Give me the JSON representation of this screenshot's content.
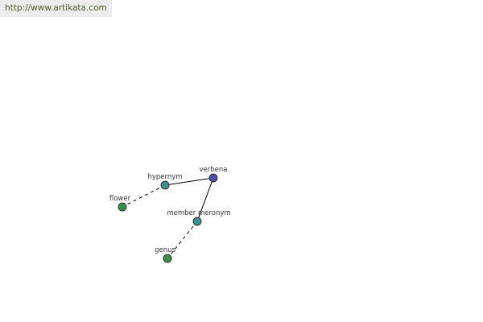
{
  "header": {
    "url": "http://www.artikata.com"
  },
  "graph": {
    "nodes": [
      {
        "id": "verbena",
        "label": "verbena",
        "color": "#4a4f9e"
      },
      {
        "id": "hypernym",
        "label": "hypernym",
        "color": "#3f8f8a"
      },
      {
        "id": "flower",
        "label": "flower",
        "color": "#3f8f4a"
      },
      {
        "id": "member-meronym",
        "label": "member meronym",
        "color": "#3f8f8a"
      },
      {
        "id": "genus",
        "label": "genus",
        "color": "#3f8f4a"
      }
    ],
    "edges": [
      {
        "from": "verbena",
        "to": "hypernym",
        "style": "solid"
      },
      {
        "from": "hypernym",
        "to": "flower",
        "style": "dashed"
      },
      {
        "from": "verbena",
        "to": "member-meronym",
        "style": "solid"
      },
      {
        "from": "member-meronym",
        "to": "genus",
        "style": "dashed"
      }
    ]
  }
}
